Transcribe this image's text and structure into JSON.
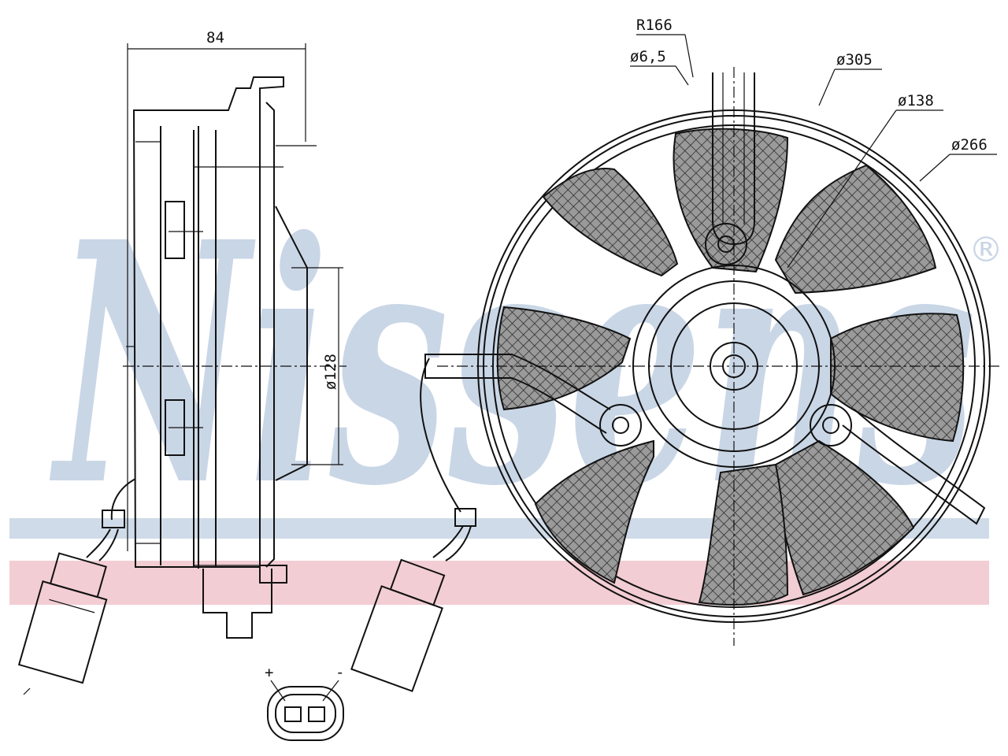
{
  "dimensions": {
    "width": "84",
    "radius": "R166",
    "hole": "ø6,5",
    "outer_diameter": "ø305",
    "hub_diameter": "ø138",
    "ring_diameter": "ø266",
    "motor_diameter": "ø128"
  },
  "connector": {
    "plus": "+",
    "minus": "-"
  },
  "watermark": {
    "brand": "Nissens",
    "registered": "®"
  },
  "colors": {
    "watermark": "#c9d6e6",
    "band_blue": "#cfdbe8",
    "band_red": "#f2cdd3",
    "ink": "#111111"
  }
}
